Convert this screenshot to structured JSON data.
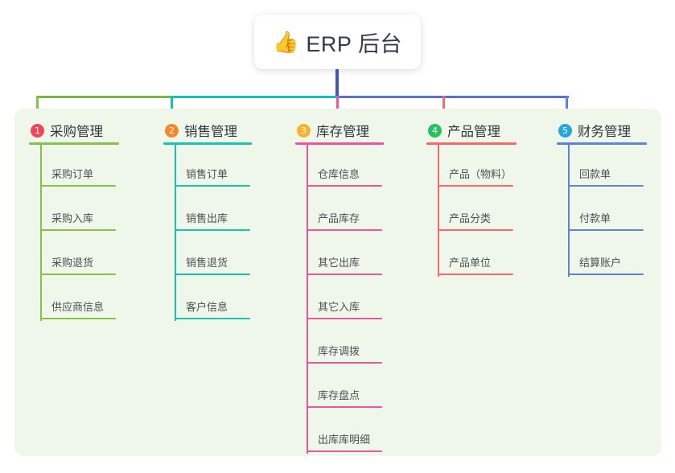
{
  "root": {
    "icon": "thumbs-up-emoji",
    "emoji": "👍",
    "title": "ERP 后台"
  },
  "canvas": {
    "background": "#ffffff",
    "panel_background": "#eef7e9"
  },
  "trunk": {
    "stem_color": "#3f59b8",
    "bar_left_color": "#7cb342",
    "bar_mid_color": "#14bfae",
    "bar_right_color": "#5b6fd0"
  },
  "columns": [
    {
      "index": "1",
      "badge_color": "#f0465a",
      "line_color": "#86c14d",
      "title": "采购管理",
      "items": [
        "采购订单",
        "采购入库",
        "采购退货",
        "供应商信息"
      ]
    },
    {
      "index": "2",
      "badge_color": "#f5862e",
      "line_color": "#19c2ac",
      "title": "销售管理",
      "items": [
        "销售订单",
        "销售出库",
        "销售退货",
        "客户信息"
      ]
    },
    {
      "index": "3",
      "badge_color": "#f5b32e",
      "line_color": "#e8569d",
      "title": "库存管理",
      "items": [
        "仓库信息",
        "产品库存",
        "其它出库",
        "其它入库",
        "库存调拨",
        "库存盘点",
        "出库库明细"
      ]
    },
    {
      "index": "4",
      "badge_color": "#27c160",
      "line_color": "#f4696b",
      "title": "产品管理",
      "items": [
        "产品（物料）",
        "产品分类",
        "产品单位"
      ]
    },
    {
      "index": "5",
      "badge_color": "#22a8e0",
      "line_color": "#5b84d6",
      "title": "财务管理",
      "items": [
        "回款单",
        "付款单",
        "结算账户"
      ]
    }
  ]
}
